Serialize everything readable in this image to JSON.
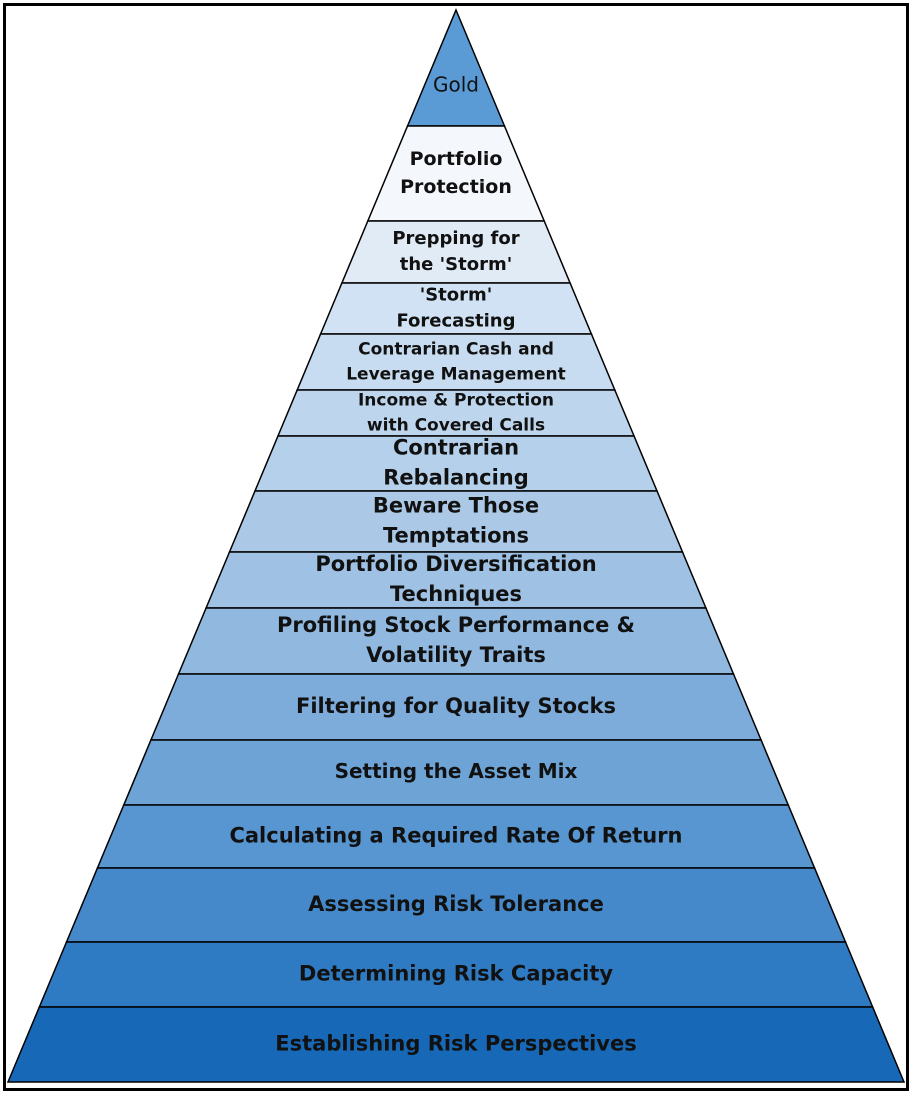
{
  "pyramid": {
    "levels": [
      {
        "lines": [
          "Gold"
        ],
        "color": "#5b9bd5"
      },
      {
        "lines": [
          "Portfolio",
          "Protection"
        ],
        "color": "#f4f8fd"
      },
      {
        "lines": [
          "Prepping for",
          "the 'Storm'"
        ],
        "color": "#e0ebf6"
      },
      {
        "lines": [
          "'Storm'",
          "Forecasting"
        ],
        "color": "#d0e2f3"
      },
      {
        "lines": [
          "Contrarian Cash and",
          "Leverage Management"
        ],
        "color": "#c7dcf0"
      },
      {
        "lines": [
          "Income & Protection",
          "with Covered Calls"
        ],
        "color": "#bed6ed"
      },
      {
        "lines": [
          "Contrarian",
          "Rebalancing"
        ],
        "color": "#b5d0ea"
      },
      {
        "lines": [
          "Beware Those",
          "Temptations"
        ],
        "color": "#abc9e7"
      },
      {
        "lines": [
          "Portfolio Diversification",
          "Techniques"
        ],
        "color": "#9fc1e3"
      },
      {
        "lines": [
          "Profiling Stock Performance &",
          "Volatility Traits"
        ],
        "color": "#91b8df"
      },
      {
        "lines": [
          "Filtering for Quality Stocks"
        ],
        "color": "#7eacda"
      },
      {
        "lines": [
          "Setting the Asset Mix"
        ],
        "color": "#6ea3d6"
      },
      {
        "lines": [
          "Calculating a Required Rate Of Return"
        ],
        "color": "#5796d0"
      },
      {
        "lines": [
          "Assessing Risk Tolerance"
        ],
        "color": "#4589ca"
      },
      {
        "lines": [
          "Determining Risk Capacity"
        ],
        "color": "#2f7bc3"
      },
      {
        "lines": [
          "Establishing Risk Perspectives"
        ],
        "color": "#1769b8"
      }
    ]
  }
}
